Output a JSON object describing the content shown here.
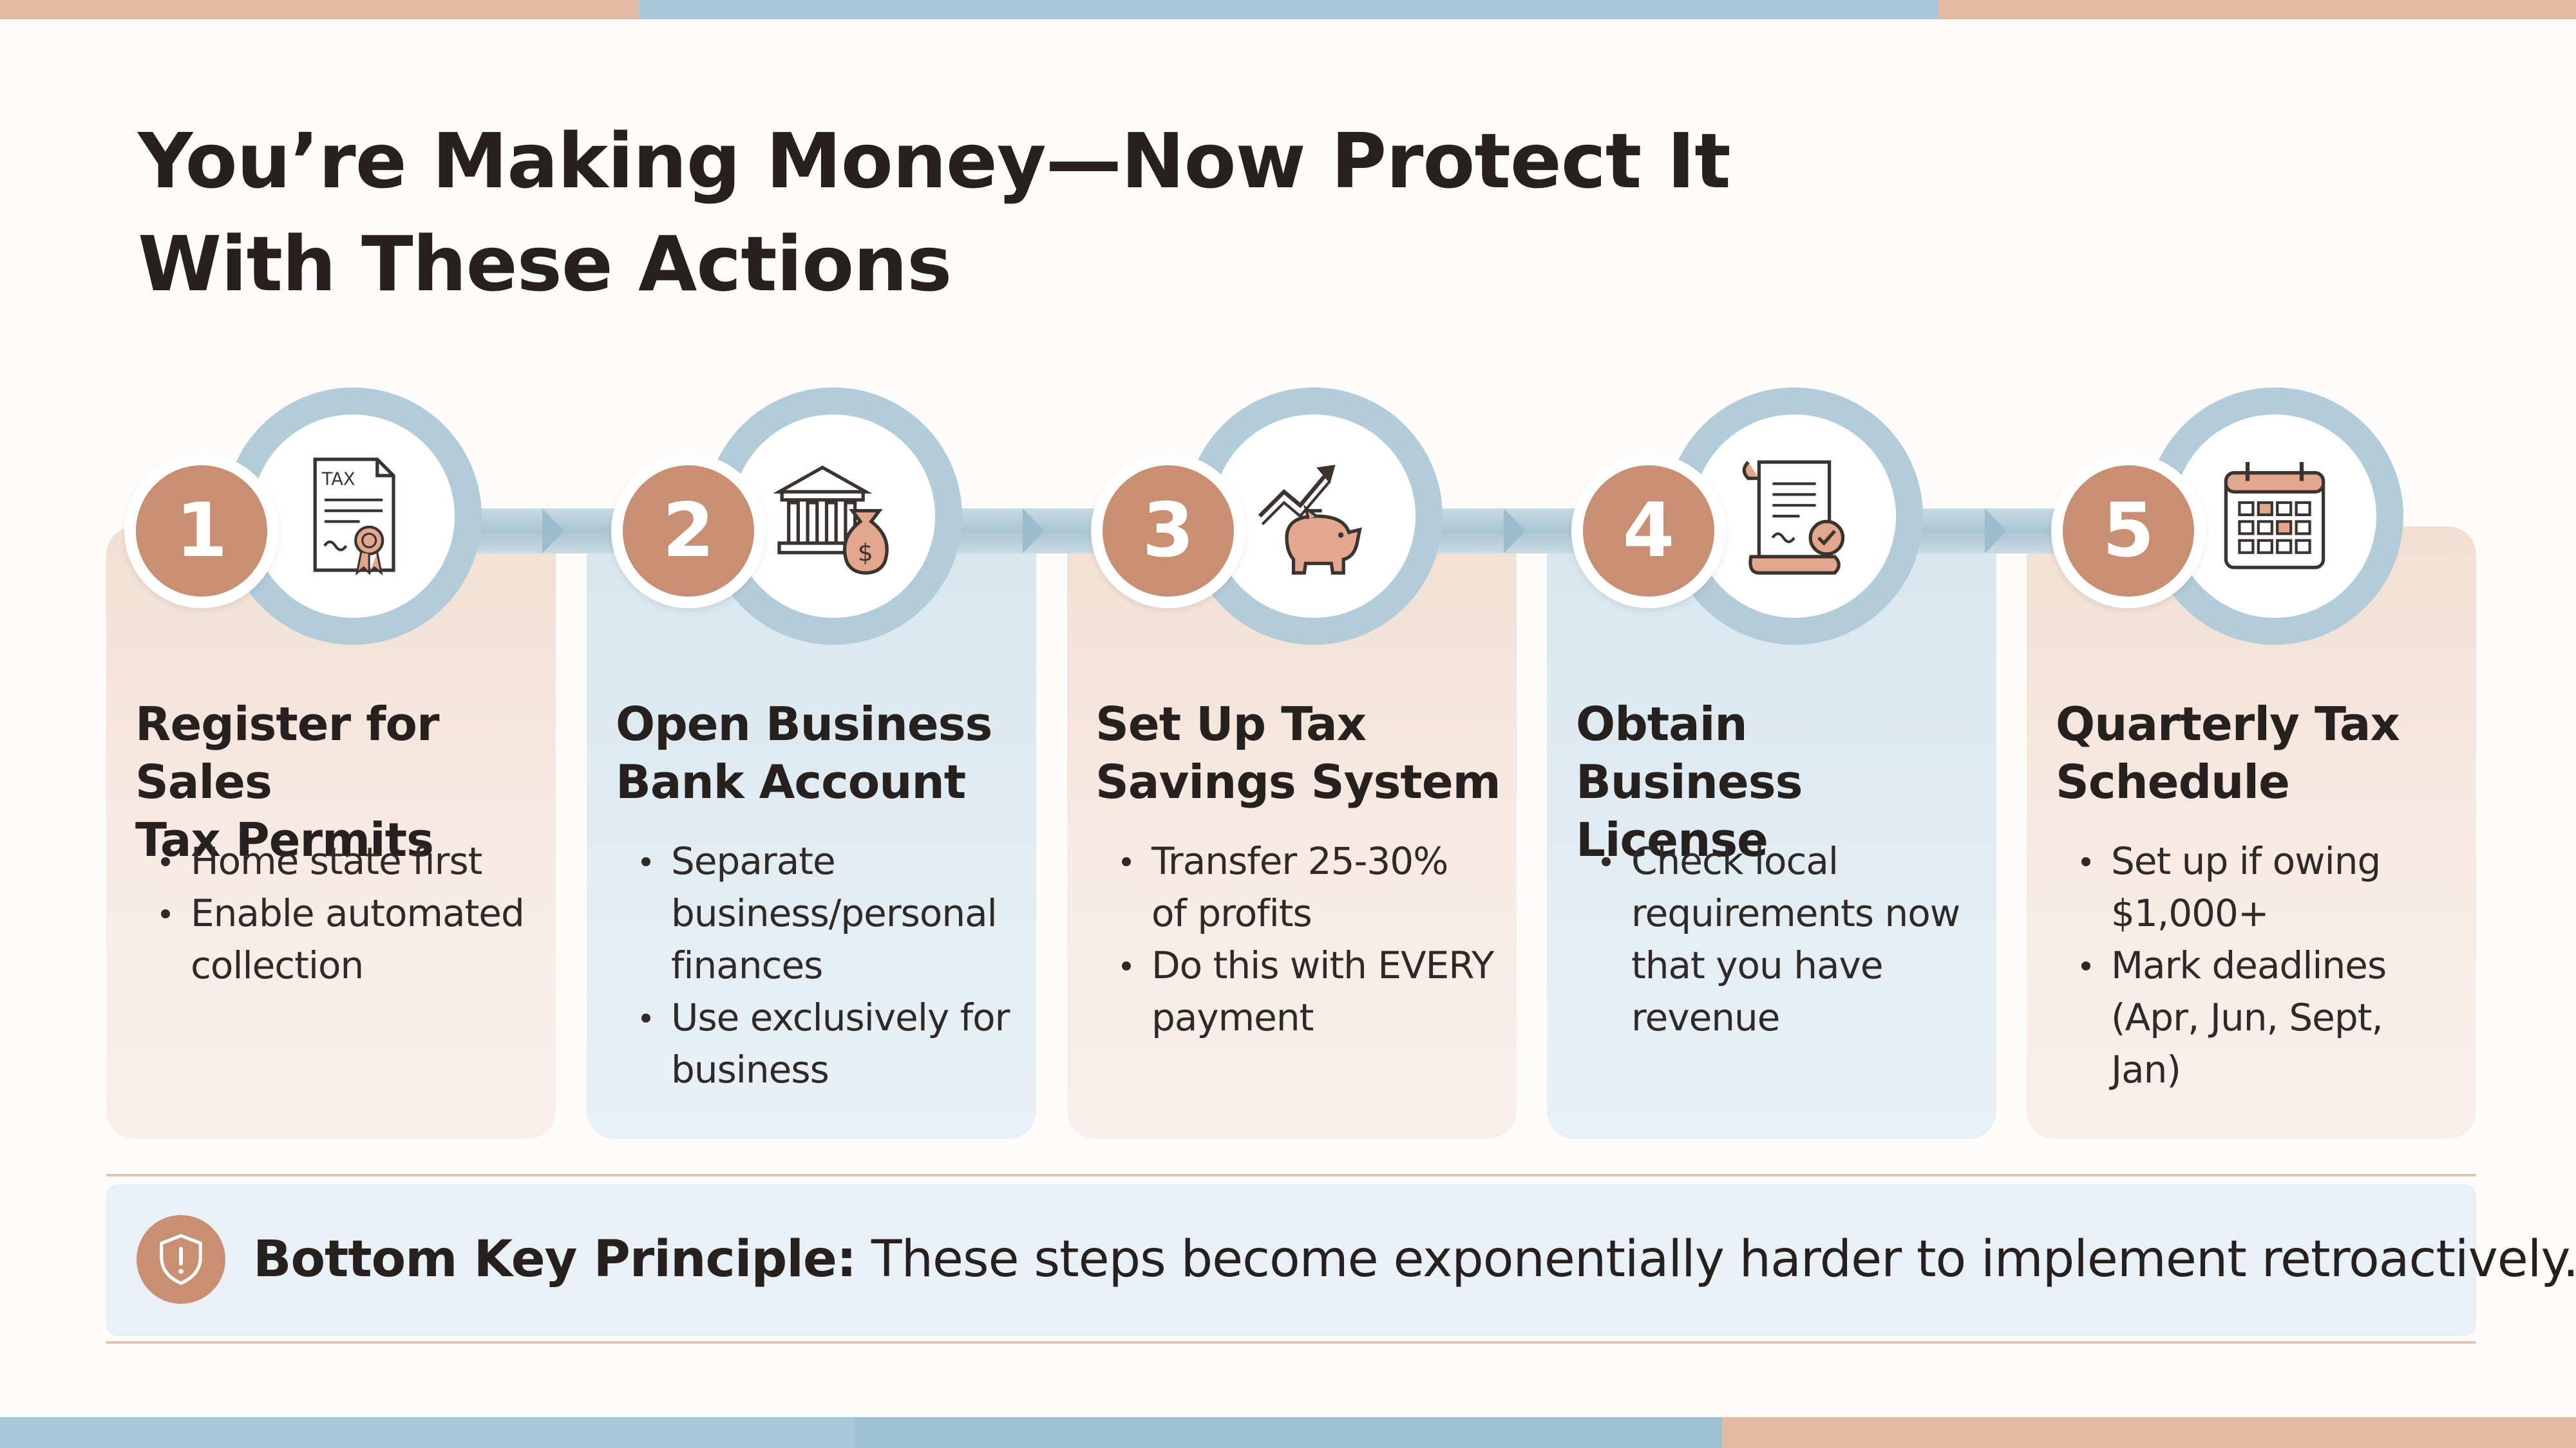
{
  "title": {
    "line1": "You’re Making Money—Now Protect It",
    "line2": "With These Actions"
  },
  "colors": {
    "accent_peach": "#c98f72",
    "card_peach": "#f3dfd3",
    "card_blue": "#d7e6ee",
    "ring_blue": "#b3ccda",
    "text_dark": "#26211f"
  },
  "steps": [
    {
      "number": "1",
      "icon": "tax-certificate-icon",
      "icon_text": "TAX",
      "title_line1": "Register for Sales",
      "title_line2": "Tax Permits",
      "bullets": [
        "Home state first",
        "Enable automated collection"
      ]
    },
    {
      "number": "2",
      "icon": "bank-money-bag-icon",
      "icon_text": "$",
      "title_line1": "Open Business",
      "title_line2": "Bank Account",
      "bullets": [
        "Separate business/personal finances",
        "Use exclusively for business"
      ]
    },
    {
      "number": "3",
      "icon": "piggy-bank-growth-icon",
      "title_line1": "Set Up Tax",
      "title_line2": "Savings System",
      "bullets": [
        "Transfer 25-30% of profits",
        "Do this with EVERY payment"
      ]
    },
    {
      "number": "4",
      "icon": "license-scroll-icon",
      "title_line1": "Obtain Business",
      "title_line2": "License",
      "bullets": [
        "Check local requirements now that you have revenue"
      ]
    },
    {
      "number": "5",
      "icon": "calendar-icon",
      "title_line1": "Quarterly Tax",
      "title_line2": "Schedule",
      "bullets": [
        "Set up if owing $1,000+",
        "Mark deadlines (Apr, Jun, Sept, Jan)"
      ]
    }
  ],
  "principle": {
    "icon": "shield-icon",
    "label": "Bottom Key Principle:",
    "text": " These steps become exponentially harder to implement retroactively."
  }
}
